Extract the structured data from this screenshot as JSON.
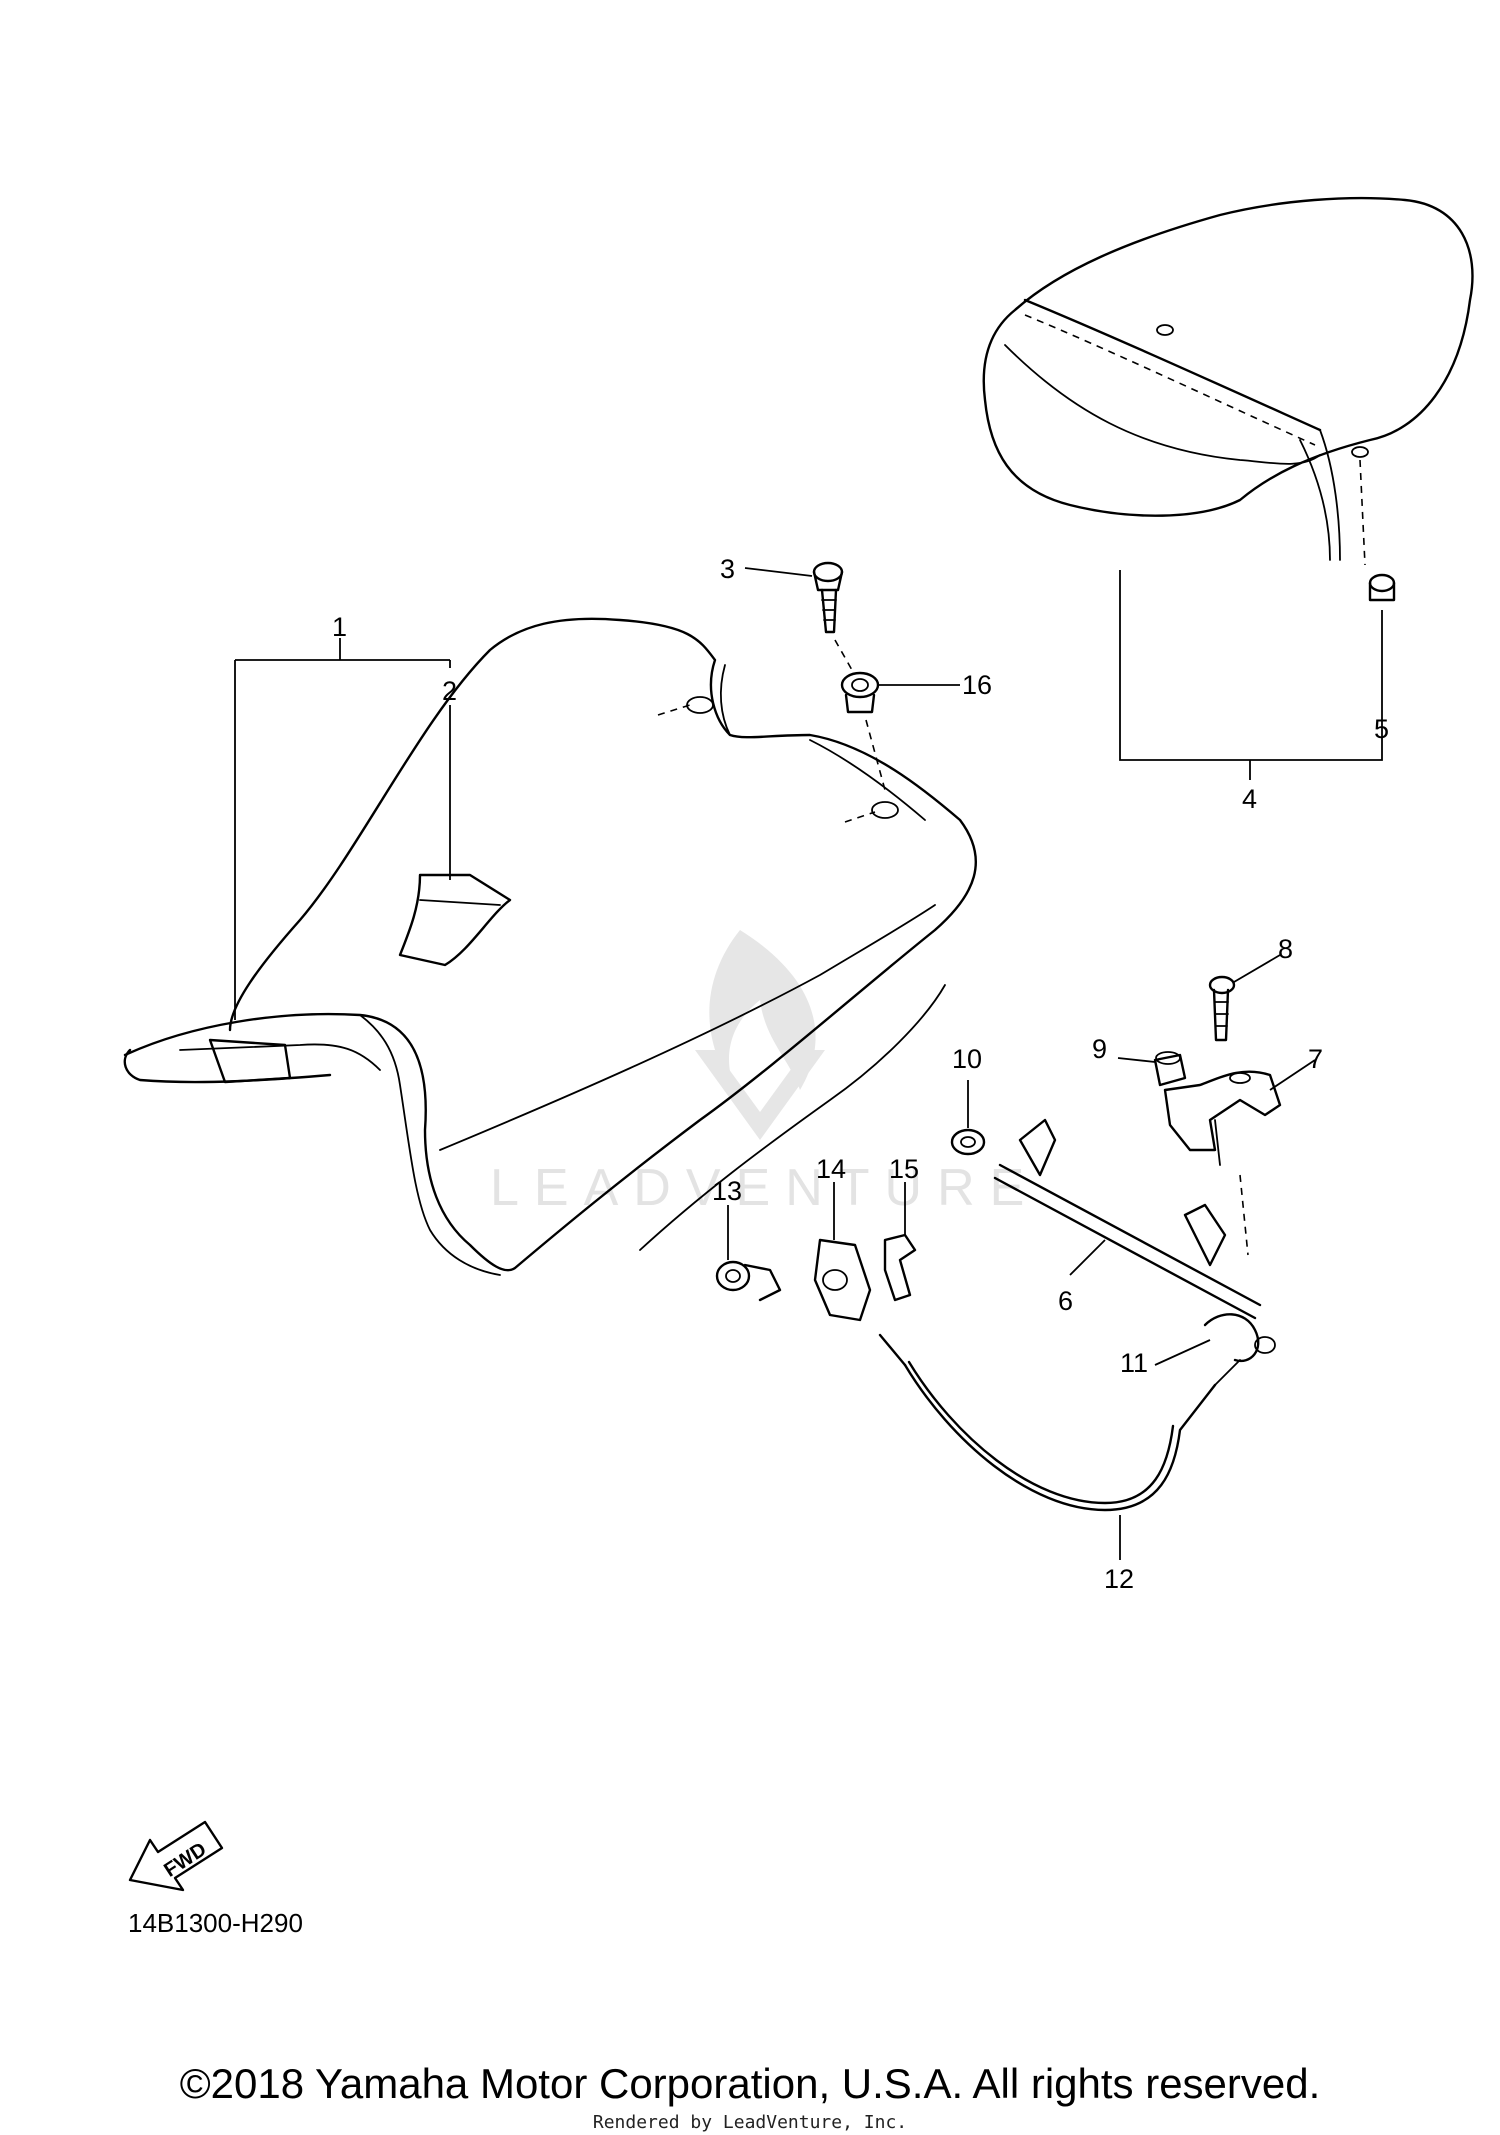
{
  "parts": [
    {
      "num": "1"
    },
    {
      "num": "2"
    },
    {
      "num": "3"
    },
    {
      "num": "4"
    },
    {
      "num": "5"
    },
    {
      "num": "6"
    },
    {
      "num": "7"
    },
    {
      "num": "8"
    },
    {
      "num": "9"
    },
    {
      "num": "10"
    },
    {
      "num": "11"
    },
    {
      "num": "12"
    },
    {
      "num": "13"
    },
    {
      "num": "14"
    },
    {
      "num": "15"
    },
    {
      "num": "16"
    }
  ],
  "fwd_label": "FWD",
  "watermark": "LEADVENTURE",
  "diagram_code": "14B1300-H290",
  "copyright": "©2018 Yamaha Motor Corporation, U.S.A. All rights reserved.",
  "rendered_by": "Rendered by LeadVenture, Inc."
}
